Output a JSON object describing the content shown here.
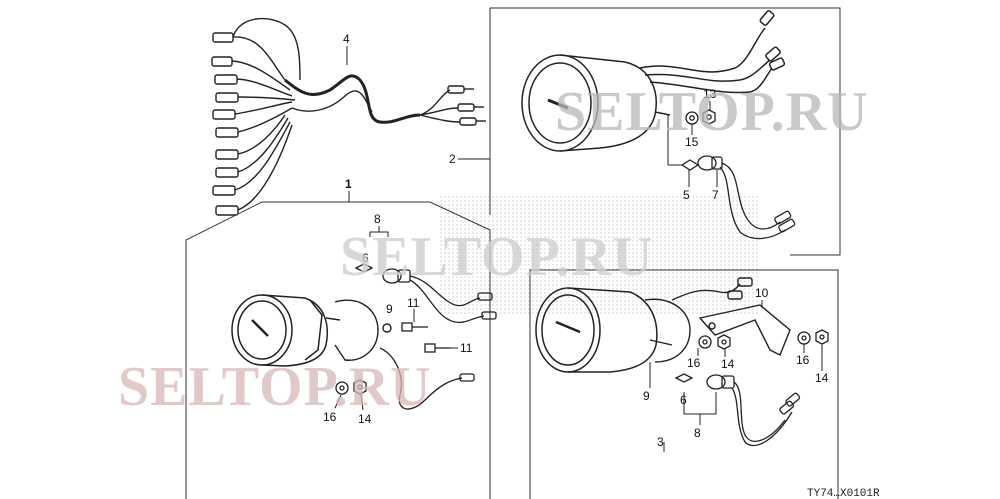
{
  "diagram": {
    "callouts": {
      "c1": "1",
      "c2": "2",
      "c3": "3",
      "c4": "4",
      "c5": "5",
      "c6a": "6",
      "c6b": "6",
      "c7": "7",
      "c8a": "8",
      "c8b": "8",
      "c9a": "9",
      "c9b": "9",
      "c10": "10",
      "c11a": "11",
      "c11b": "11",
      "c13": "13",
      "c14a": "14",
      "c14b": "14",
      "c14c": "14",
      "c15": "15",
      "c16a": "16",
      "c16b": "16",
      "c16c": "16"
    },
    "figure_code": "TY74…X0101R",
    "watermarks": {
      "top": "SELTOP.RU",
      "middle": "SELTOP.RU",
      "bottom": "SELTOP.RU"
    }
  }
}
